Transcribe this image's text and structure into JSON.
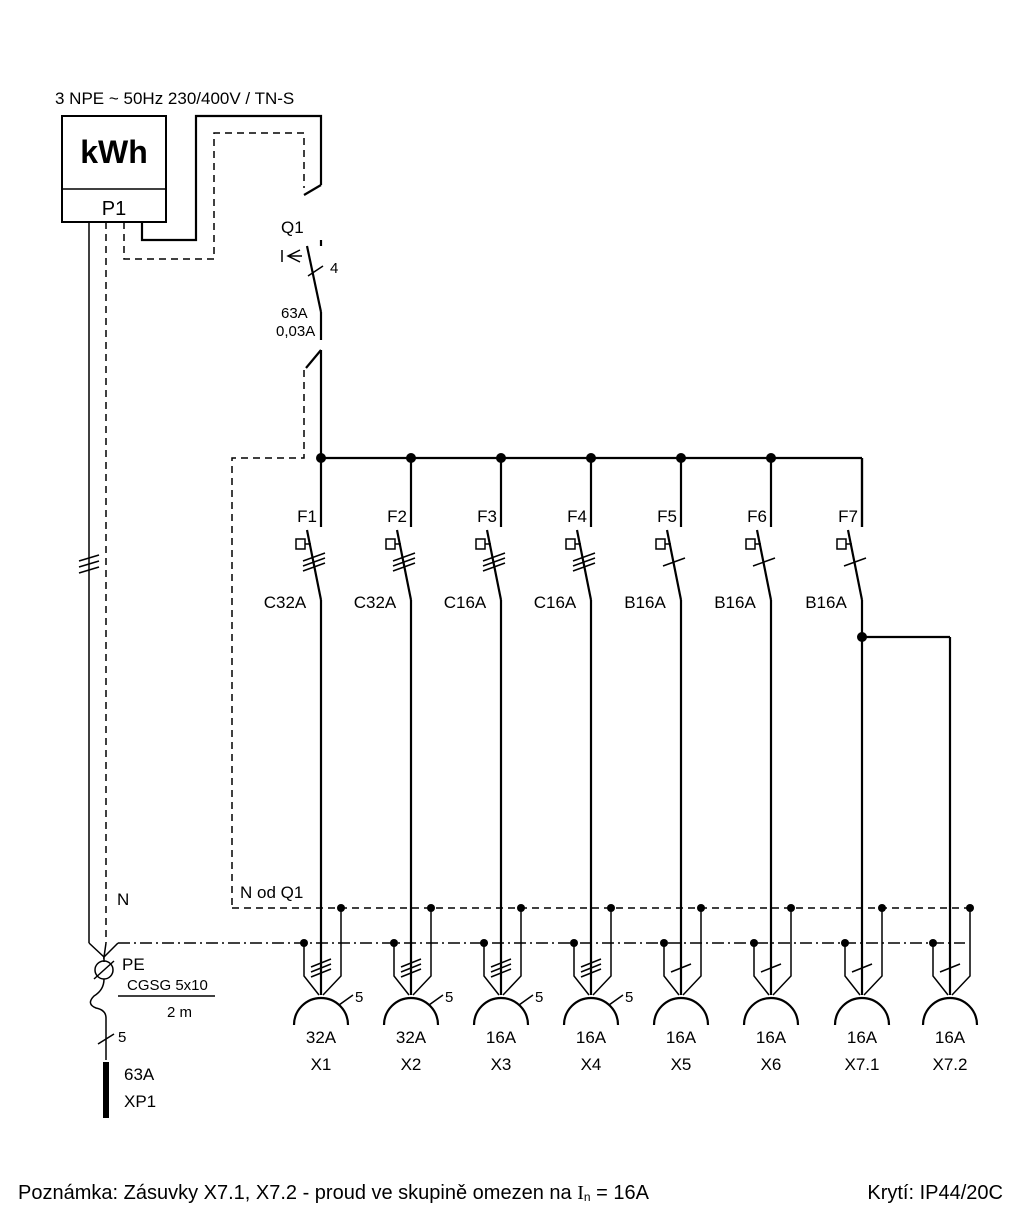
{
  "supply": {
    "label": "3 NPE ~ 50Hz  230/400V / TN-S"
  },
  "meter": {
    "unit": "kWh",
    "name": "P1"
  },
  "main_breaker": {
    "name": "Q1",
    "poles": "4",
    "rating": "63A",
    "residual": "0,03A"
  },
  "breakers": [
    {
      "name": "F1",
      "rating": "C32A",
      "poles": 3
    },
    {
      "name": "F2",
      "rating": "C32A",
      "poles": 3
    },
    {
      "name": "F3",
      "rating": "C16A",
      "poles": 3
    },
    {
      "name": "F4",
      "rating": "C16A",
      "poles": 3
    },
    {
      "name": "F5",
      "rating": "B16A",
      "poles": 1
    },
    {
      "name": "F6",
      "rating": "B16A",
      "poles": 1
    },
    {
      "name": "F7",
      "rating": "B16A",
      "poles": 1
    }
  ],
  "sockets": [
    {
      "rating": "32A",
      "name": "X1",
      "wires": "5"
    },
    {
      "rating": "32A",
      "name": "X2",
      "wires": "5"
    },
    {
      "rating": "16A",
      "name": "X3",
      "wires": "5"
    },
    {
      "rating": "16A",
      "name": "X4",
      "wires": "5"
    },
    {
      "rating": "16A",
      "name": "X5",
      "wires": ""
    },
    {
      "rating": "16A",
      "name": "X6",
      "wires": ""
    },
    {
      "rating": "16A",
      "name": "X7.1",
      "wires": ""
    },
    {
      "rating": "16A",
      "name": "X7.2",
      "wires": ""
    }
  ],
  "labels": {
    "neutral": "N",
    "neutral_from_q1": "N od Q1",
    "pe": "PE",
    "cable": "CGSG 5x10",
    "cable_length": "2 m",
    "plug_wires": "5",
    "plug_rating": "63A",
    "plug_name": "XP1"
  },
  "footer": {
    "note_prefix": "Poznámka: Zásuvky X7.1, X7.2 - proud ve skupině omezen na ",
    "note_symbol": "I",
    "note_subscript": "n",
    "note_suffix": " = 16A",
    "protection": "Krytí: IP44/20C"
  }
}
